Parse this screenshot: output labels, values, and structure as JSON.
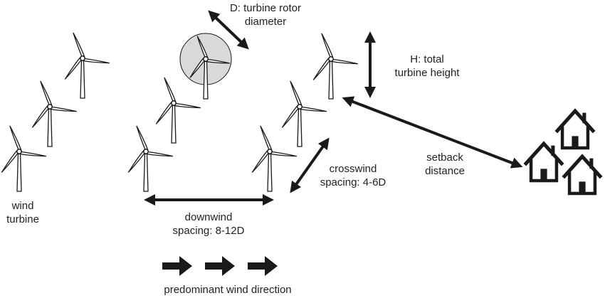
{
  "labels": {
    "rotor_diameter": [
      "D: turbine rotor",
      "diameter"
    ],
    "total_height": [
      "H: total",
      "turbine height"
    ],
    "wind_turbine": [
      "wind",
      "turbine"
    ],
    "setback": [
      "setback",
      "distance"
    ],
    "crosswind": [
      "crosswind",
      "spacing: 4-6D"
    ],
    "downwind": [
      "downwind",
      "spacing: 8-12D"
    ],
    "wind_direction": "predominant wind direction"
  },
  "colors": {
    "stroke": "#1a1a1a",
    "rotor_disc": "#d9d9d9"
  },
  "icons": [
    "wind-turbine-icon",
    "house-icon",
    "arrow-right-icon",
    "double-arrow-icon"
  ]
}
